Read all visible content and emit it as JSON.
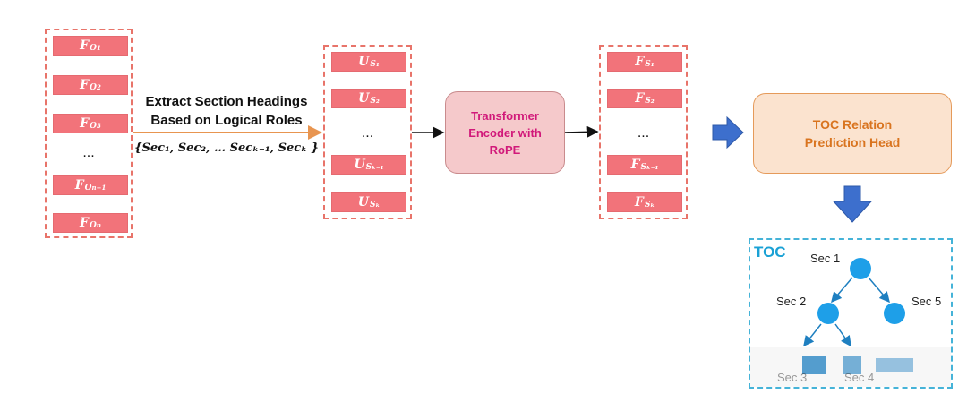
{
  "left_column": {
    "items": [
      {
        "base": "F",
        "sub": "O",
        "subsub": "1"
      },
      {
        "base": "F",
        "sub": "O",
        "subsub": "2"
      },
      {
        "base": "F",
        "sub": "O",
        "subsub": "3"
      },
      {
        "base": "F",
        "sub": "O",
        "subsub": "n−1"
      },
      {
        "base": "F",
        "sub": "O",
        "subsub": "n"
      }
    ],
    "ellipsis": "..."
  },
  "extract_label": {
    "line1": "Extract Section Headings",
    "line2": "Based on Logical Roles",
    "set": "{Sec₁, Sec₂, … Secₖ₋₁, Secₖ }"
  },
  "u_column": {
    "items": [
      "U",
      "U",
      "U",
      "U"
    ],
    "subs": [
      "S₁",
      "S₂",
      "Sₖ₋₁",
      "Sₖ"
    ],
    "ellipsis": "..."
  },
  "encoder": {
    "line1": "Transformer",
    "line2": "Encoder with",
    "line3": "RoPE",
    "fill": "#f5c9cb",
    "text_color": "#d1197a"
  },
  "f_column": {
    "items": [
      "F",
      "F",
      "F",
      "F"
    ],
    "subs": [
      "S₁",
      "S₂",
      "Sₖ₋₁",
      "Sₖ"
    ],
    "ellipsis": "..."
  },
  "prediction_head": {
    "line1": "TOC Relation",
    "line2": "Prediction Head",
    "fill": "#fbe3cf",
    "text_color": "#d9741f"
  },
  "toc": {
    "title": "TOC",
    "nodes": [
      "Sec 1",
      "Sec 2",
      "Sec 5",
      "Sec 3",
      "Sec 4"
    ],
    "node_color": "#1e9fe8"
  },
  "colors": {
    "feature_fill": "#f2737a",
    "dashed_border": "#e8746a",
    "arrow_orange": "#e89550",
    "block_arrow": "#3d6fcd"
  }
}
